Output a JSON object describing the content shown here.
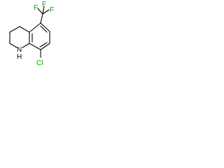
{
  "molecule": {
    "atoms": {
      "trifluoromethyl": "F₃C",
      "fluorine_top_left": "F",
      "fluorine_top_right": "F",
      "fluorine_right": "F",
      "chlorine": "Cl",
      "amine": "N",
      "amine_hydrogen": "H"
    }
  },
  "colors": {
    "fluorine": "#00a000",
    "chlorine": "#00a000",
    "bond": "#000000",
    "nitrogen": "#000000"
  }
}
